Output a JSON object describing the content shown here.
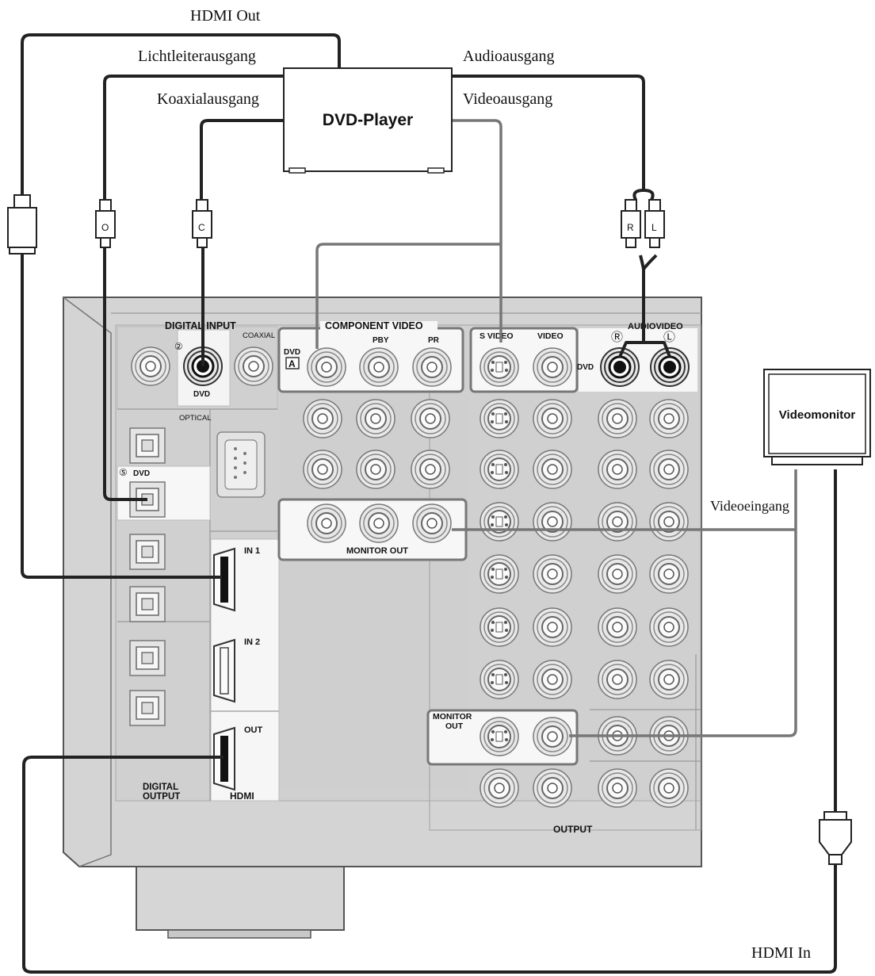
{
  "labels": {
    "hdmi_out": "HDMI Out",
    "optical_out": "Lichtleiterausgang",
    "coaxial_out": "Koaxialausgang",
    "audio_out": "Audioausgang",
    "video_out": "Videoausgang",
    "video_in": "Videoeingang",
    "hdmi_in": "HDMI In"
  },
  "devices": {
    "dvd_player": "DVD-Player",
    "video_monitor": "Videomonitor"
  },
  "plugs": {
    "optical": "O",
    "coaxial": "C",
    "right": "R",
    "left": "L"
  },
  "panel": {
    "digital_input": "DIGITAL INPUT",
    "coaxial": "COAXIAL",
    "dvd": "DVD",
    "circle2": "②",
    "optical": "OPTICAL",
    "circle5": "⑤",
    "component_video": "COMPONENT VIDEO",
    "component_dvd": "DVD",
    "component_a": "A",
    "pby": "PBY",
    "pr": "PR",
    "svideo": "S VIDEO",
    "video": "VIDEO",
    "audiovideo": "AUDIOVIDEO",
    "circle_r": "Ⓡ",
    "circle_l": "Ⓛ",
    "av_dvd": "DVD",
    "monitor_out": "MONITOR OUT",
    "in1": "IN 1",
    "in2": "IN 2",
    "out": "OUT",
    "hdmi": "HDMI",
    "digital": "DIGITAL",
    "output": "OUTPUT",
    "monitor": "MONITOR",
    "monitor_out_short": "OUT",
    "output_section": "OUTPUT"
  }
}
